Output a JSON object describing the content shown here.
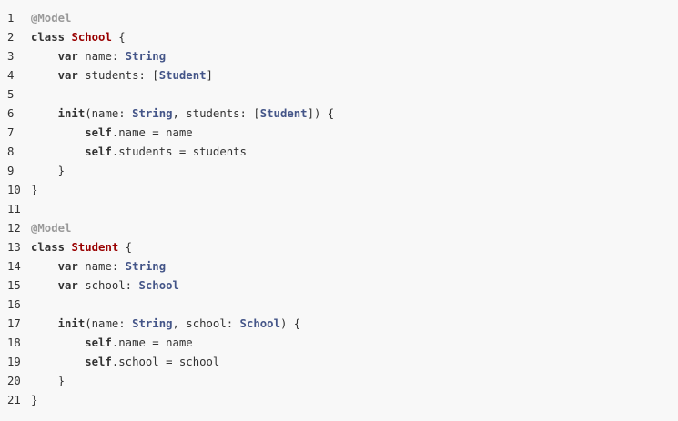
{
  "code_view": {
    "language": "swift",
    "colors": {
      "background": "#f8f8f8",
      "text": "#333333",
      "keyword": "#333333",
      "attribute": "#999999",
      "class_name": "#990000",
      "type_name": "#445588"
    },
    "lines": [
      {
        "n": "1",
        "tokens": [
          {
            "t": "@Model",
            "k": "attr"
          }
        ]
      },
      {
        "n": "2",
        "tokens": [
          {
            "t": "class",
            "k": "kw"
          },
          {
            "t": " ",
            "k": "plain"
          },
          {
            "t": "School",
            "k": "cls"
          },
          {
            "t": " {",
            "k": "plain"
          }
        ]
      },
      {
        "n": "3",
        "tokens": [
          {
            "t": "    ",
            "k": "plain"
          },
          {
            "t": "var",
            "k": "kw"
          },
          {
            "t": " name: ",
            "k": "plain"
          },
          {
            "t": "String",
            "k": "type"
          }
        ]
      },
      {
        "n": "4",
        "tokens": [
          {
            "t": "    ",
            "k": "plain"
          },
          {
            "t": "var",
            "k": "kw"
          },
          {
            "t": " students: [",
            "k": "plain"
          },
          {
            "t": "Student",
            "k": "type"
          },
          {
            "t": "]",
            "k": "plain"
          }
        ]
      },
      {
        "n": "5",
        "tokens": []
      },
      {
        "n": "6",
        "tokens": [
          {
            "t": "    ",
            "k": "plain"
          },
          {
            "t": "init",
            "k": "kw"
          },
          {
            "t": "(name: ",
            "k": "plain"
          },
          {
            "t": "String",
            "k": "type"
          },
          {
            "t": ", students: [",
            "k": "plain"
          },
          {
            "t": "Student",
            "k": "type"
          },
          {
            "t": "]) {",
            "k": "plain"
          }
        ]
      },
      {
        "n": "7",
        "tokens": [
          {
            "t": "        ",
            "k": "plain"
          },
          {
            "t": "self",
            "k": "kw"
          },
          {
            "t": ".name = name",
            "k": "plain"
          }
        ]
      },
      {
        "n": "8",
        "tokens": [
          {
            "t": "        ",
            "k": "plain"
          },
          {
            "t": "self",
            "k": "kw"
          },
          {
            "t": ".students = students",
            "k": "plain"
          }
        ]
      },
      {
        "n": "9",
        "tokens": [
          {
            "t": "    }",
            "k": "plain"
          }
        ]
      },
      {
        "n": "10",
        "tokens": [
          {
            "t": "}",
            "k": "plain"
          }
        ]
      },
      {
        "n": "11",
        "tokens": []
      },
      {
        "n": "12",
        "tokens": [
          {
            "t": "@Model",
            "k": "attr"
          }
        ]
      },
      {
        "n": "13",
        "tokens": [
          {
            "t": "class",
            "k": "kw"
          },
          {
            "t": " ",
            "k": "plain"
          },
          {
            "t": "Student",
            "k": "cls"
          },
          {
            "t": " {",
            "k": "plain"
          }
        ]
      },
      {
        "n": "14",
        "tokens": [
          {
            "t": "    ",
            "k": "plain"
          },
          {
            "t": "var",
            "k": "kw"
          },
          {
            "t": " name: ",
            "k": "plain"
          },
          {
            "t": "String",
            "k": "type"
          }
        ]
      },
      {
        "n": "15",
        "tokens": [
          {
            "t": "    ",
            "k": "plain"
          },
          {
            "t": "var",
            "k": "kw"
          },
          {
            "t": " school: ",
            "k": "plain"
          },
          {
            "t": "School",
            "k": "type"
          }
        ]
      },
      {
        "n": "16",
        "tokens": []
      },
      {
        "n": "17",
        "tokens": [
          {
            "t": "    ",
            "k": "plain"
          },
          {
            "t": "init",
            "k": "kw"
          },
          {
            "t": "(name: ",
            "k": "plain"
          },
          {
            "t": "String",
            "k": "type"
          },
          {
            "t": ", school: ",
            "k": "plain"
          },
          {
            "t": "School",
            "k": "type"
          },
          {
            "t": ") {",
            "k": "plain"
          }
        ]
      },
      {
        "n": "18",
        "tokens": [
          {
            "t": "        ",
            "k": "plain"
          },
          {
            "t": "self",
            "k": "kw"
          },
          {
            "t": ".name = name",
            "k": "plain"
          }
        ]
      },
      {
        "n": "19",
        "tokens": [
          {
            "t": "        ",
            "k": "plain"
          },
          {
            "t": "self",
            "k": "kw"
          },
          {
            "t": ".school = school",
            "k": "plain"
          }
        ]
      },
      {
        "n": "20",
        "tokens": [
          {
            "t": "    }",
            "k": "plain"
          }
        ]
      },
      {
        "n": "21",
        "tokens": [
          {
            "t": "}",
            "k": "plain"
          }
        ]
      }
    ]
  }
}
